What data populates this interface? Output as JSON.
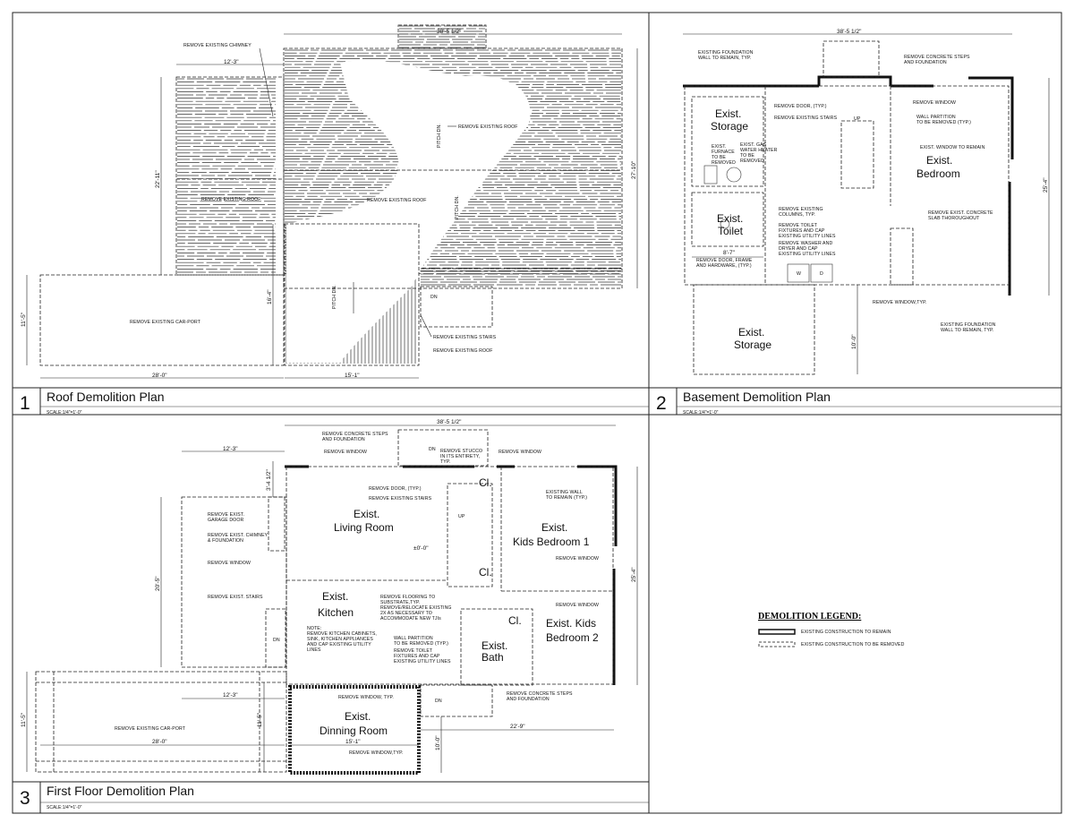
{
  "plans": [
    {
      "number": "1",
      "title": "Roof Demolition Plan",
      "scale": "SCALE:1/4\"=1'-0\""
    },
    {
      "number": "2",
      "title": "Basement Demolition Plan",
      "scale": "SCALE:1/4\"=1'-0\""
    },
    {
      "number": "3",
      "title": "First Floor Demolition Plan",
      "scale": "SCALE:1/4\"=1'-0\""
    }
  ],
  "roof": {
    "dims": {
      "top": "38'-5 1/2\"",
      "left_top": "12'-3\"",
      "left_side": "22'-11\"",
      "right_side": "27'-10\"",
      "mid_side": "16'-4\"",
      "carport_side": "11'-5\"",
      "bottom_left": "28'-0\"",
      "bottom_right": "15'-1\""
    },
    "notes": {
      "chimney": "REMOVE EXISTING CHIMNEY",
      "roof_upper": "REMOVE EXISTING ROOF",
      "roof_left": "REMOVE EXISTING ROOF",
      "roof_mid": "REMOVE EXISTING ROOF",
      "carport": "REMOVE EXISTING CAR-PORT",
      "stairs": "REMOVE EXISTING STAIRS",
      "roof_low": "REMOVE EXISTING ROOF",
      "pitch1": "PITCH DN.",
      "pitch2": "PITCH DN.",
      "pitch3": "PITCH DN.",
      "dn": "DN"
    }
  },
  "basement": {
    "dims": {
      "top": "38'-5 1/2\"",
      "right_side": "25'-4\"",
      "storage_side": "10'-0\"",
      "toilet_width": "8'-7\""
    },
    "rooms": {
      "storage_top_1": "Exist.",
      "storage_top_2": "Storage",
      "toilet_1": "Exist.",
      "toilet_2": "Toilet",
      "storage_bot_1": "Exist.",
      "storage_bot_2": "Storage",
      "bedroom_1": "Exist.",
      "bedroom_2": "Bedroom"
    },
    "notes": {
      "foundation": [
        "EXISTING FOUNDATION",
        "WALL TO REMAIN, TYP."
      ],
      "steps": [
        "REMOVE CONCRETE STEPS",
        "AND FOUNDATION"
      ],
      "window": [
        "REMOVE WINDOW"
      ],
      "door": [
        "REMOVE DOOR, (TYP.)"
      ],
      "stairs": [
        "REMOVE EXISTING STAIRS"
      ],
      "partition": [
        "WALL PARTITION",
        "TO BE REMOVED (TYP.)"
      ],
      "furnace": [
        "EXIST.",
        "FURNACE",
        "TO BE",
        "REMOVED"
      ],
      "heater": [
        "EXIST. GAS",
        "WATER HEATER",
        "TO BE",
        "REMOVED"
      ],
      "window_remain": [
        "EXIST. WINDOW TO REMAIN"
      ],
      "columns": [
        "REMOVE EXISTING",
        "COLUMNS, TYP."
      ],
      "slab": [
        "REMOVE EXIST. CONCRETE",
        "SLAB THOROUGHOUT"
      ],
      "toilet_fix": [
        "REMOVE TOILET",
        "FIXTURES AND CAP",
        "EXISTING UTILITY LINES"
      ],
      "washer": [
        "REMOVE WASHER AND",
        "DRYER AND CAP",
        "EXISTING UTILITY LINES"
      ],
      "door_frame": [
        "REMOVE DOOR, FRAME",
        "AND HARDWARE, (TYP.)"
      ],
      "window_typ": [
        "REMOVE WINDOW,TYP."
      ],
      "foundation2": [
        "EXISTING FOUNDATION",
        "WALL TO REMAIN, TYP."
      ]
    },
    "up": "UP",
    "washer_w": "W",
    "dryer_d": "D"
  },
  "first_floor": {
    "dims": {
      "top": "38'-5 1/2\"",
      "left_top": "12'-3\"",
      "left_short": "3'-4 1/2\"",
      "left_side": "20'-5\"",
      "right_side": "25'-4\"",
      "carport_top": "12'-3\"",
      "carport_side": "11'-5\"",
      "carport_side2": "11'-5\"",
      "carport_bot": "28'-0\"",
      "dining_bot": "15'-1\"",
      "dining_side": "10'-0\"",
      "right_bot": "22'-9\"",
      "ceiling": "±0'-0\""
    },
    "rooms": {
      "living_1": "Exist.",
      "living_2": "Living Room",
      "kitchen_1": "Exist.",
      "kitchen_2": "Kitchen",
      "kids1_1": "Exist.",
      "kids1_2": "Kids Bedroom 1",
      "kids2_1": "Exist. Kids",
      "kids2_2": "Bedroom 2",
      "bath_1": "Exist.",
      "bath_2": "Bath",
      "dining_1": "Exist.",
      "dining_2": "Dinning Room",
      "cl1": "Cl.",
      "cl2": "Cl.",
      "cl3": "Cl."
    },
    "notes": {
      "steps_top": [
        "REMOVE CONCRETE STEPS",
        "AND FOUNDATION"
      ],
      "window_top": [
        "REMOVE WINDOW"
      ],
      "stucco": [
        "REMOVE STUCCO",
        "IN ITS ENTIRETY,",
        "TYP."
      ],
      "window_top_right": [
        "REMOVE WINDOW"
      ],
      "door": [
        "REMOVE DOOR, (TYP.)"
      ],
      "stairs": [
        "REMOVE EXISTING STAIRS"
      ],
      "wall_remain": [
        "EXISTING WALL",
        "TO REMAIN (TYP.)"
      ],
      "garage": [
        "REMOVE EXIST.",
        "GARAGE DOOR"
      ],
      "chimney": [
        "REMOVE EXIST. CHIMNEY",
        "& FOUNDATION"
      ],
      "window_left": [
        "REMOVE WINDOW"
      ],
      "window_r1": [
        "REMOVE WINDOW"
      ],
      "window_r2": [
        "REMOVE WINDOW"
      ],
      "stairs_left": [
        "REMOVE EXIST. STAIRS"
      ],
      "flooring": [
        "REMOVE FLOORING TO",
        "SUBSTRATE,TYP.",
        "REMOVE/RELOCATE EXISTING",
        "2X AS NECESSARY TO",
        "ACCOMMODATE NEW TJIs"
      ],
      "kitchen_note": [
        "NOTE:",
        "REMOVE KITCHEN CABINETS,",
        "SINK, KITCHEN APPLIANCES",
        "AND CAP EXISTING UTILITY",
        "LINES"
      ],
      "partition": [
        "WALL PARTITION",
        "TO BE REMOVED (TYP.)"
      ],
      "toilet": [
        "REMOVE TOILET",
        "FIXTURES AND CAP",
        "EXISTING UTILITY LINES"
      ],
      "window_typ": [
        "REMOVE WINDOW, TYP."
      ],
      "steps_bot": [
        "REMOVE CONCRETE STEPS",
        "AND FOUNDATION"
      ],
      "carport": [
        "REMOVE EXISTING CAR-PORT"
      ],
      "window_dining": [
        "REMOVE WINDOW,TYP."
      ]
    },
    "dn1": "DN",
    "dn2": "DN",
    "dn3": "DN",
    "up": "UP"
  },
  "legend": {
    "title": "DEMOLITION LEGEND:",
    "remain": "EXISTING CONSTRUCTION TO REMAIN",
    "removed": "EXISTING CONSTRUCTION TO BE REMOVED"
  }
}
